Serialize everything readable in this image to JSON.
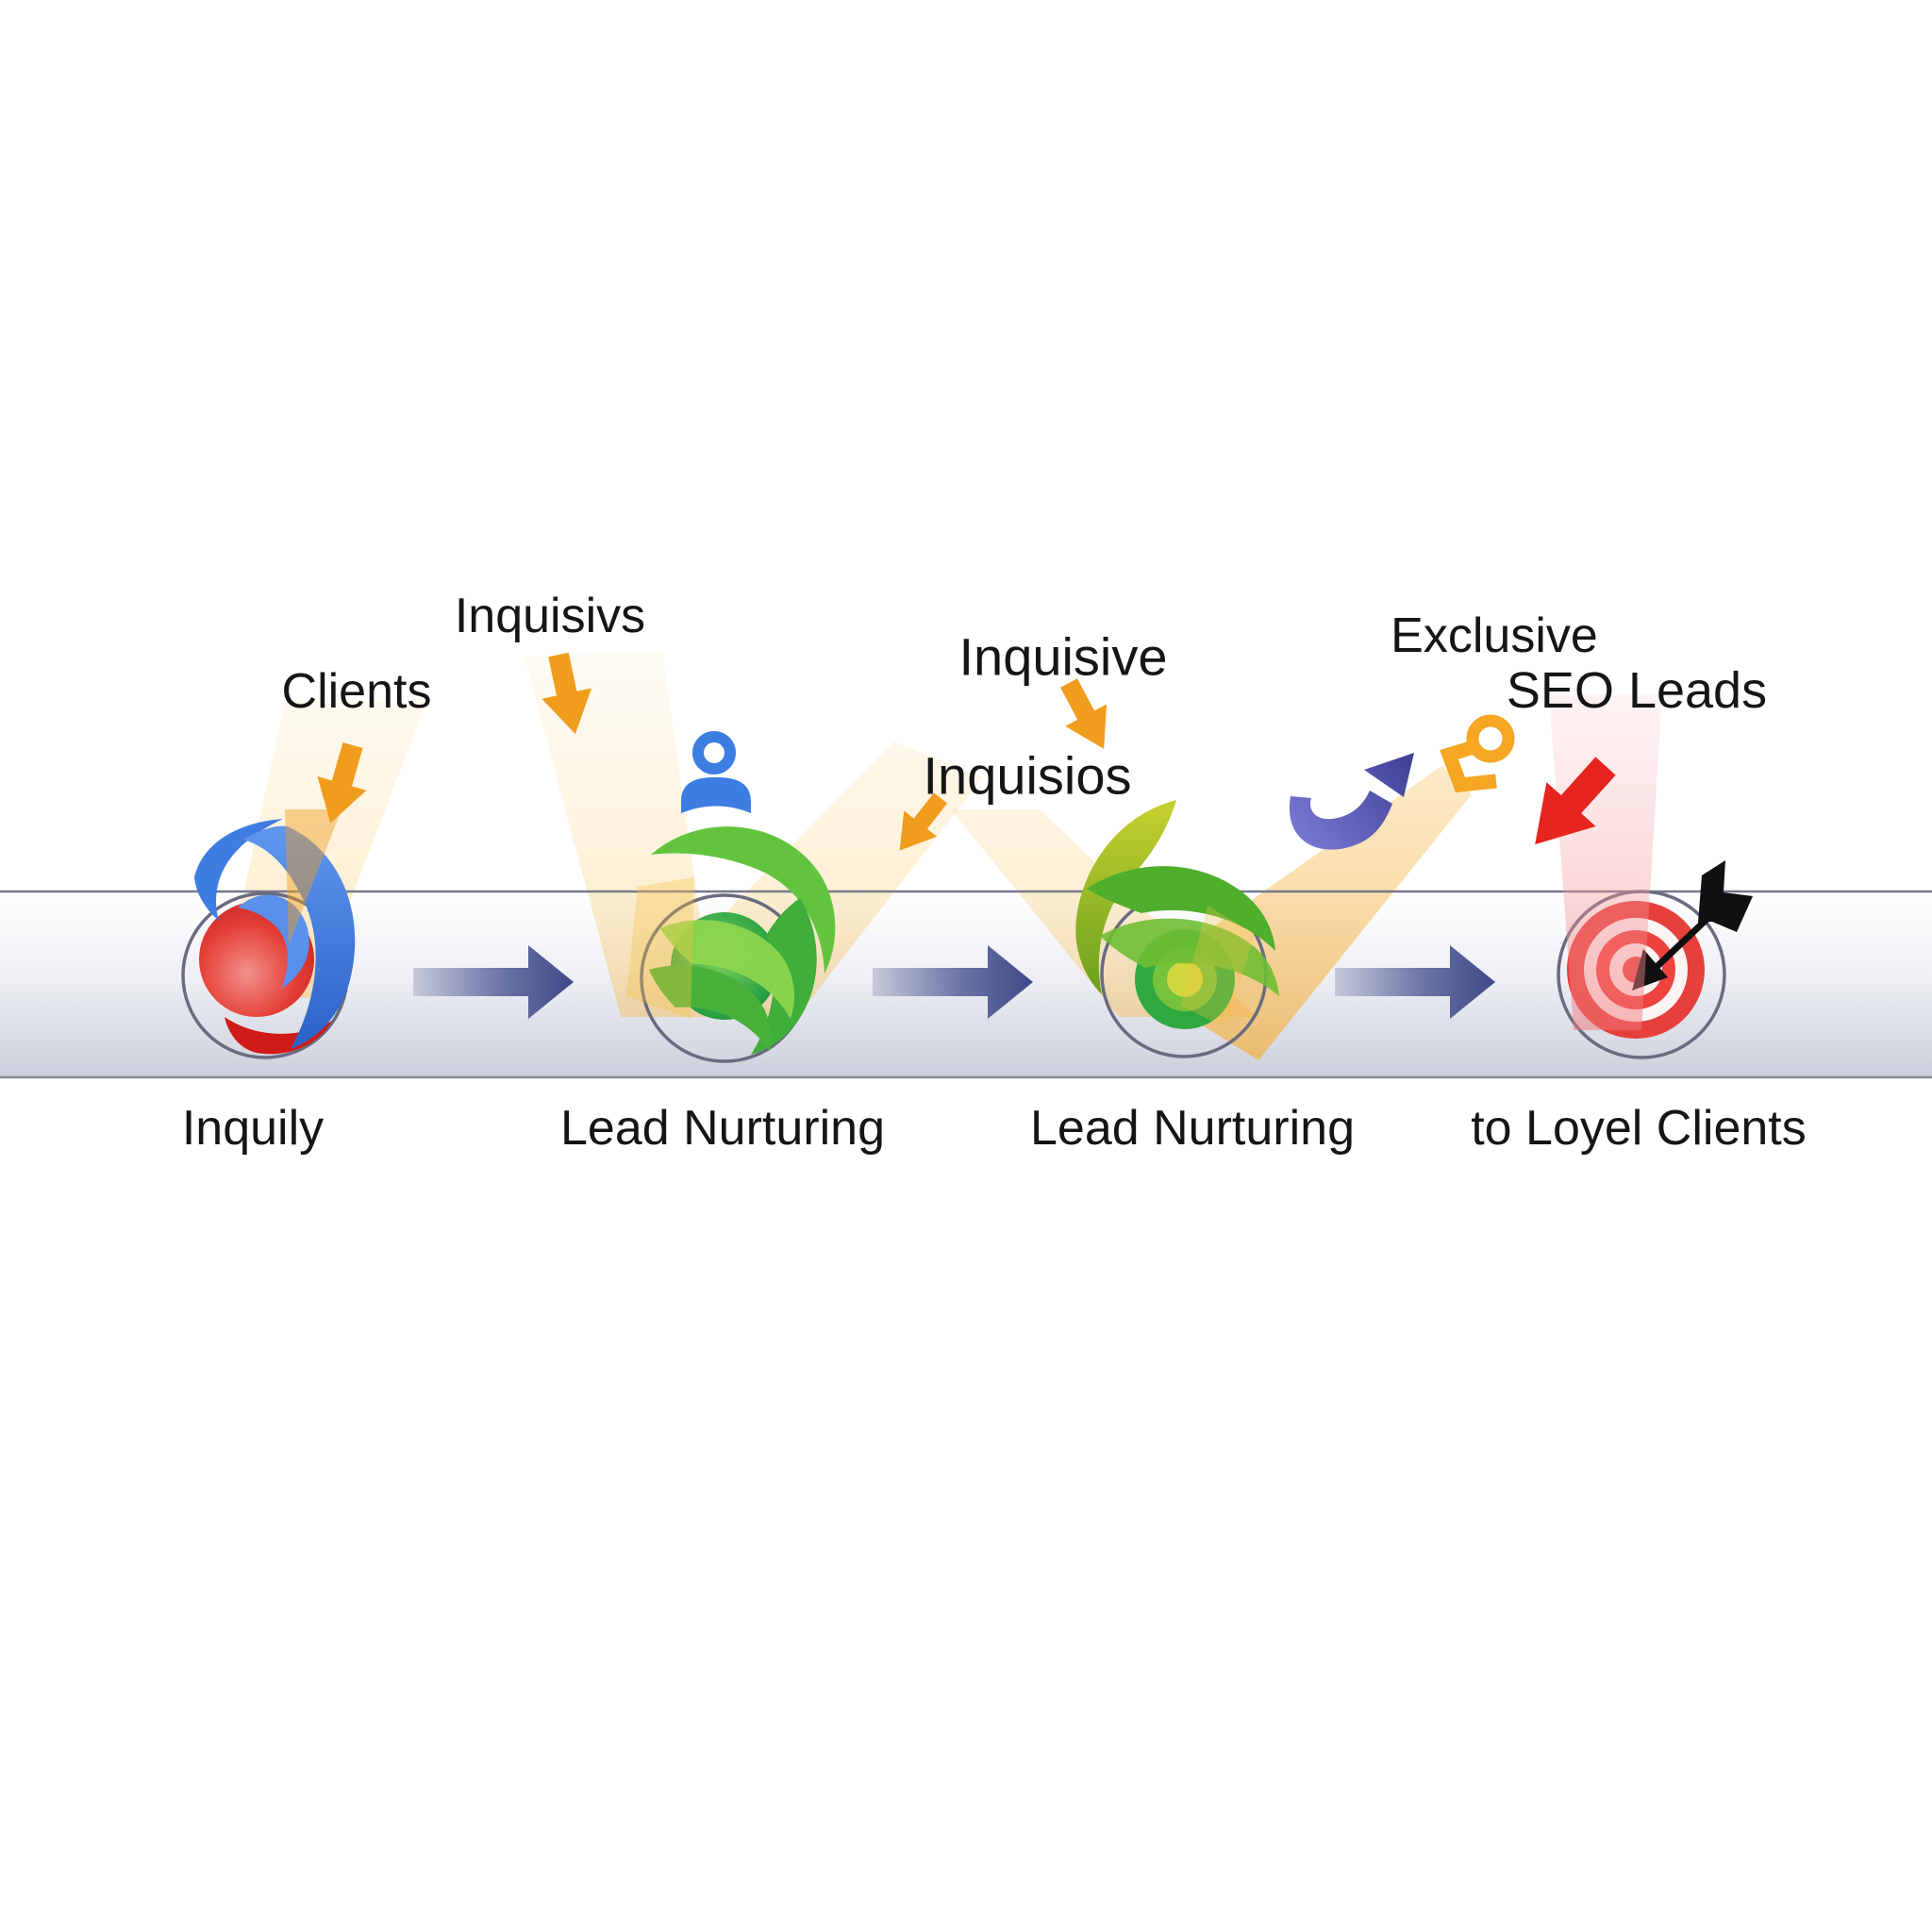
{
  "diagram": {
    "type": "lead-generation-funnel-flow",
    "stages": [
      {
        "label": "Inquily",
        "icon": "red-blue-swirl-ball"
      },
      {
        "label": "Lead Nurturing",
        "icon": "green-swirl-ball-with-person"
      },
      {
        "label": "Lead Nurturing",
        "icon": "olive-green-swirl-rings"
      },
      {
        "label": "to Loyel Clients",
        "icon": "red-bullseye-with-arrow"
      }
    ],
    "annotations": [
      {
        "label": "Clients"
      },
      {
        "label": "Inquisivs"
      },
      {
        "label": "Inquisive"
      },
      {
        "label": "Inquisios"
      },
      {
        "label": "Exclusive"
      },
      {
        "label": "SEO Leads"
      }
    ],
    "palette": {
      "text": "#151515",
      "accent_orange": "#f19c1a",
      "accent_red": "#e62420",
      "flow_arrow_navy": "#414c8a",
      "swoosh_purple": "#5556b4",
      "person_blue": "#3b7de0",
      "ball_red": "#d92420",
      "ball_green": "#2aa243",
      "ball_olive": "#8ab52e",
      "band_gray": "#ced0dc",
      "beam_yellow": "#f5bc5c",
      "beam_pink": "#f07678"
    }
  }
}
